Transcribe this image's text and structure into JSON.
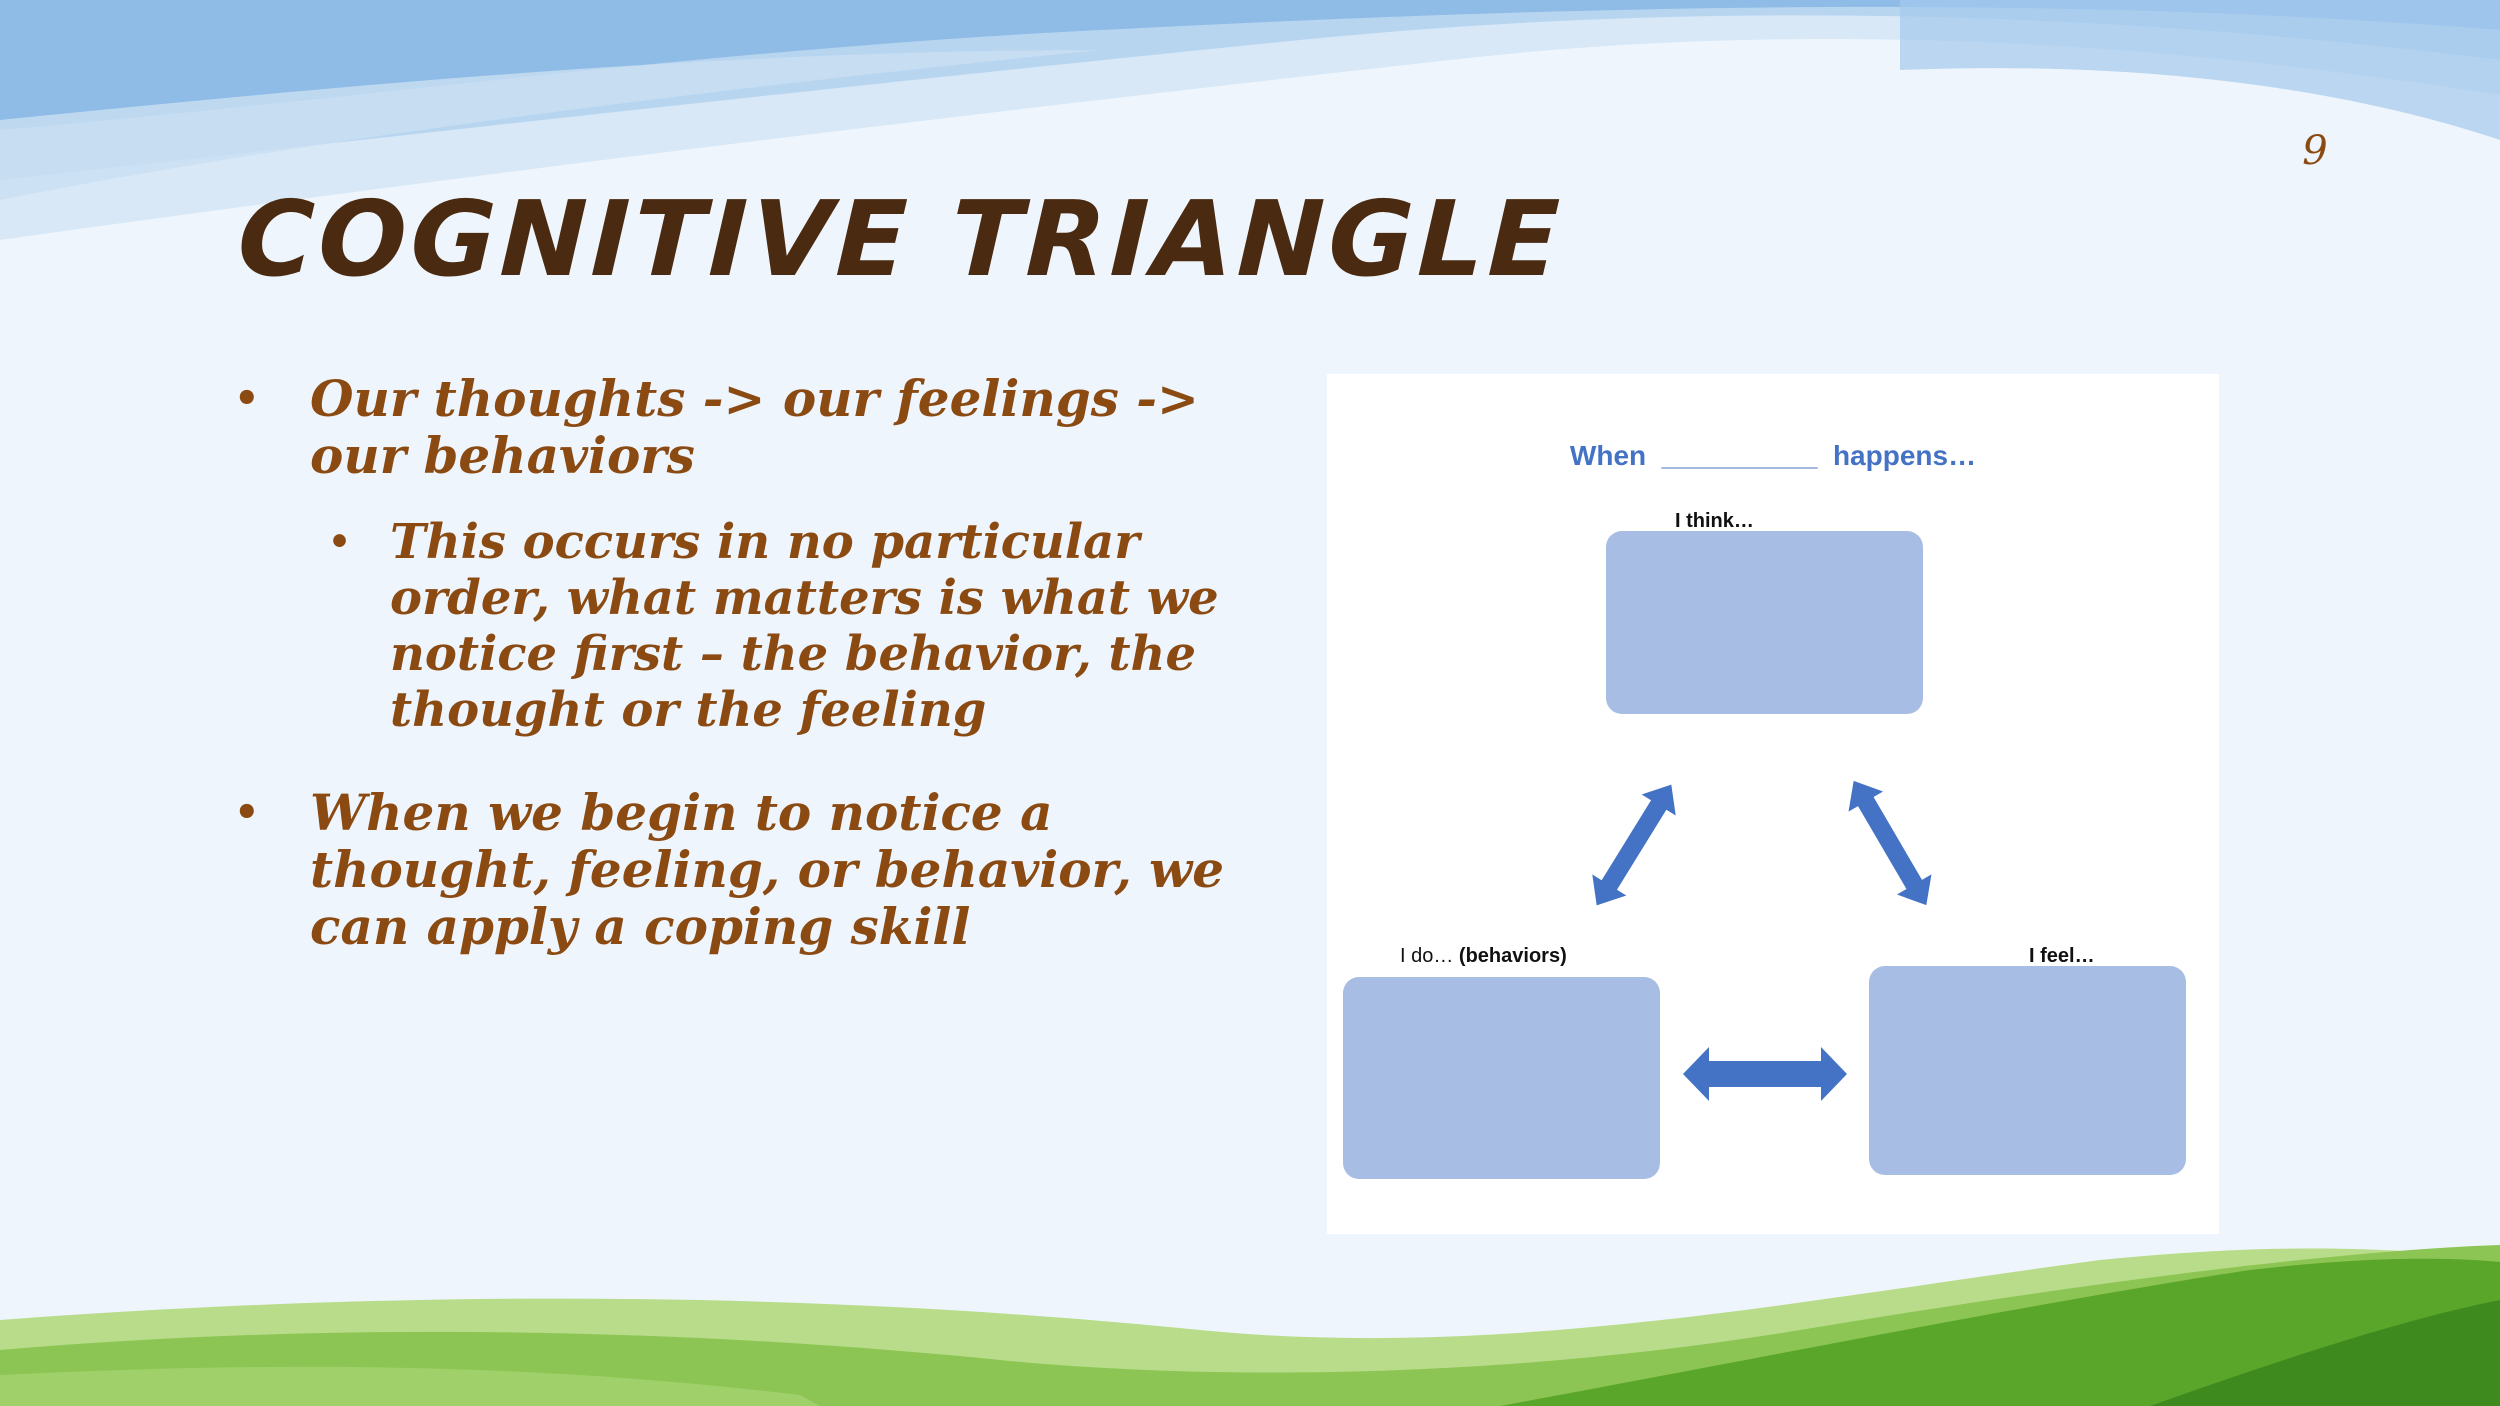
{
  "slide": {
    "number": "9",
    "title": "COGNITIVE TRIANGLE"
  },
  "bullets": [
    {
      "text": "Our thoughts -> our feelings -> our behaviors",
      "sub": "This occurs in no particular order, what matters is what we notice first – the behavior, the thought or the feeling"
    },
    {
      "text": "When we begin to notice a thought, feeling, or behavior, we can apply a coping skill"
    }
  ],
  "diagram": {
    "header": "When  __________  happens…",
    "think_label": "I think…",
    "do_label_plain": "I do… ",
    "do_label_bold": "(behaviors)",
    "feel_label": "I feel…",
    "colors": {
      "box": "#a7bde4",
      "arrow": "#4472c4",
      "header": "#4472c4"
    }
  },
  "colors": {
    "title": "#4a2a10",
    "body_text": "#8a4a12",
    "sky": "#8fbce6",
    "grass": "#5aa62a"
  }
}
